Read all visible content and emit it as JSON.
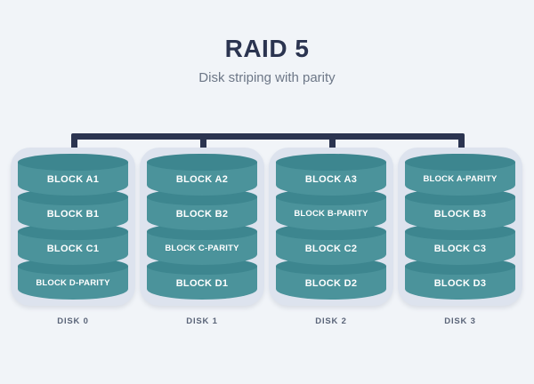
{
  "header": {
    "title": "RAID 5",
    "subtitle": "Disk striping with parity"
  },
  "colors": {
    "background": "#f1f4f8",
    "title": "#2b3450",
    "subtitle": "#6d7787",
    "bus": "#2b3450",
    "shell": "#dde3ee",
    "cylinder_body": "#4b939b",
    "cylinder_top": "#3d868f",
    "block_label": "#ffffff",
    "disk_label": "#5a6478"
  },
  "diagram": {
    "type": "raid-layout",
    "level": "RAID 5",
    "disk_count": 4,
    "stripes": [
      "A",
      "B",
      "C",
      "D"
    ],
    "disks": [
      {
        "name": "DISK 0",
        "blocks": [
          {
            "label": "BLOCK A1",
            "parity": false
          },
          {
            "label": "BLOCK B1",
            "parity": false
          },
          {
            "label": "BLOCK C1",
            "parity": false
          },
          {
            "label": "BLOCK D-PARITY",
            "parity": true
          }
        ]
      },
      {
        "name": "DISK 1",
        "blocks": [
          {
            "label": "BLOCK A2",
            "parity": false
          },
          {
            "label": "BLOCK B2",
            "parity": false
          },
          {
            "label": "BLOCK C-PARITY",
            "parity": true
          },
          {
            "label": "BLOCK D1",
            "parity": false
          }
        ]
      },
      {
        "name": "DISK 2",
        "blocks": [
          {
            "label": "BLOCK A3",
            "parity": false
          },
          {
            "label": "BLOCK B-PARITY",
            "parity": true
          },
          {
            "label": "BLOCK C2",
            "parity": false
          },
          {
            "label": "BLOCK D2",
            "parity": false
          }
        ]
      },
      {
        "name": "DISK 3",
        "blocks": [
          {
            "label": "BLOCK A-PARITY",
            "parity": true
          },
          {
            "label": "BLOCK B3",
            "parity": false
          },
          {
            "label": "BLOCK C3",
            "parity": false
          },
          {
            "label": "BLOCK D3",
            "parity": false
          }
        ]
      }
    ]
  }
}
